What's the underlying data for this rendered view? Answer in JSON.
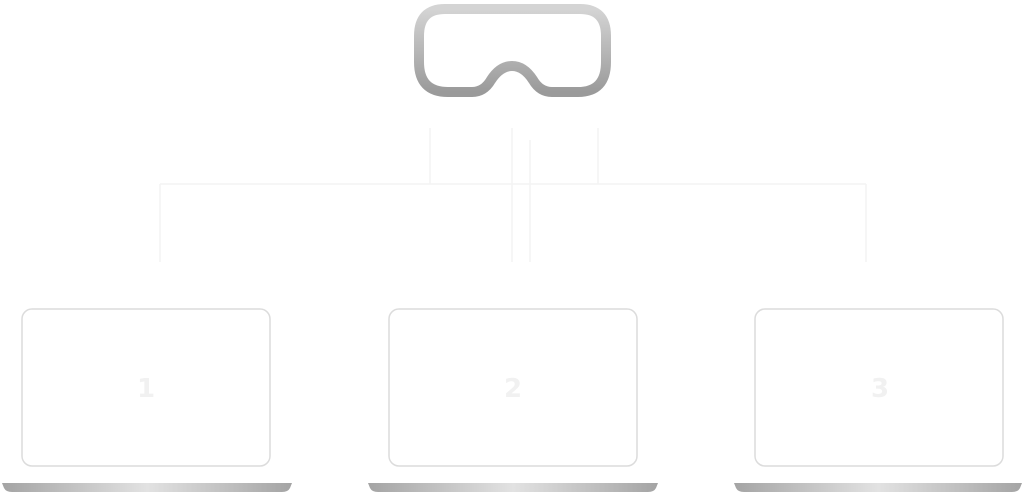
{
  "diagram": {
    "hub": {
      "icon": "vr-headset-icon"
    },
    "devices": [
      {
        "label": "1",
        "icon": "laptop-icon"
      },
      {
        "label": "2",
        "icon": "laptop-icon"
      },
      {
        "label": "3",
        "icon": "laptop-icon"
      }
    ],
    "colors": {
      "headset_stroke_light": "#d4d4d4",
      "headset_stroke_dark": "#9a9a9a",
      "laptop_outline": "#dcdcdc",
      "laptop_base_light": "#e2e2e2",
      "laptop_base_dark": "#a4a4a4",
      "connector": "#f3f3f3",
      "label": "#f1f1f1"
    }
  }
}
